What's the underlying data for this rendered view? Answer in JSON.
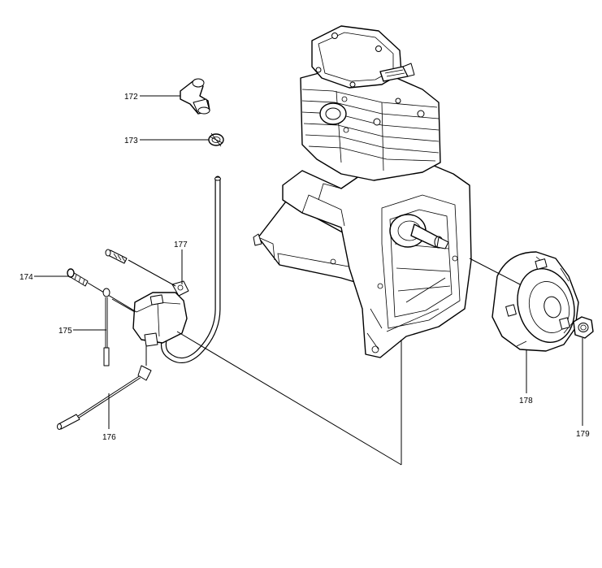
{
  "parts": [
    {
      "key": "p172",
      "number": "172"
    },
    {
      "key": "p173",
      "number": "173"
    },
    {
      "key": "p174",
      "number": "174"
    },
    {
      "key": "p175",
      "number": "175"
    },
    {
      "key": "p176",
      "number": "176"
    },
    {
      "key": "p177",
      "number": "177"
    },
    {
      "key": "p178",
      "number": "178"
    },
    {
      "key": "p179",
      "number": "179"
    }
  ]
}
